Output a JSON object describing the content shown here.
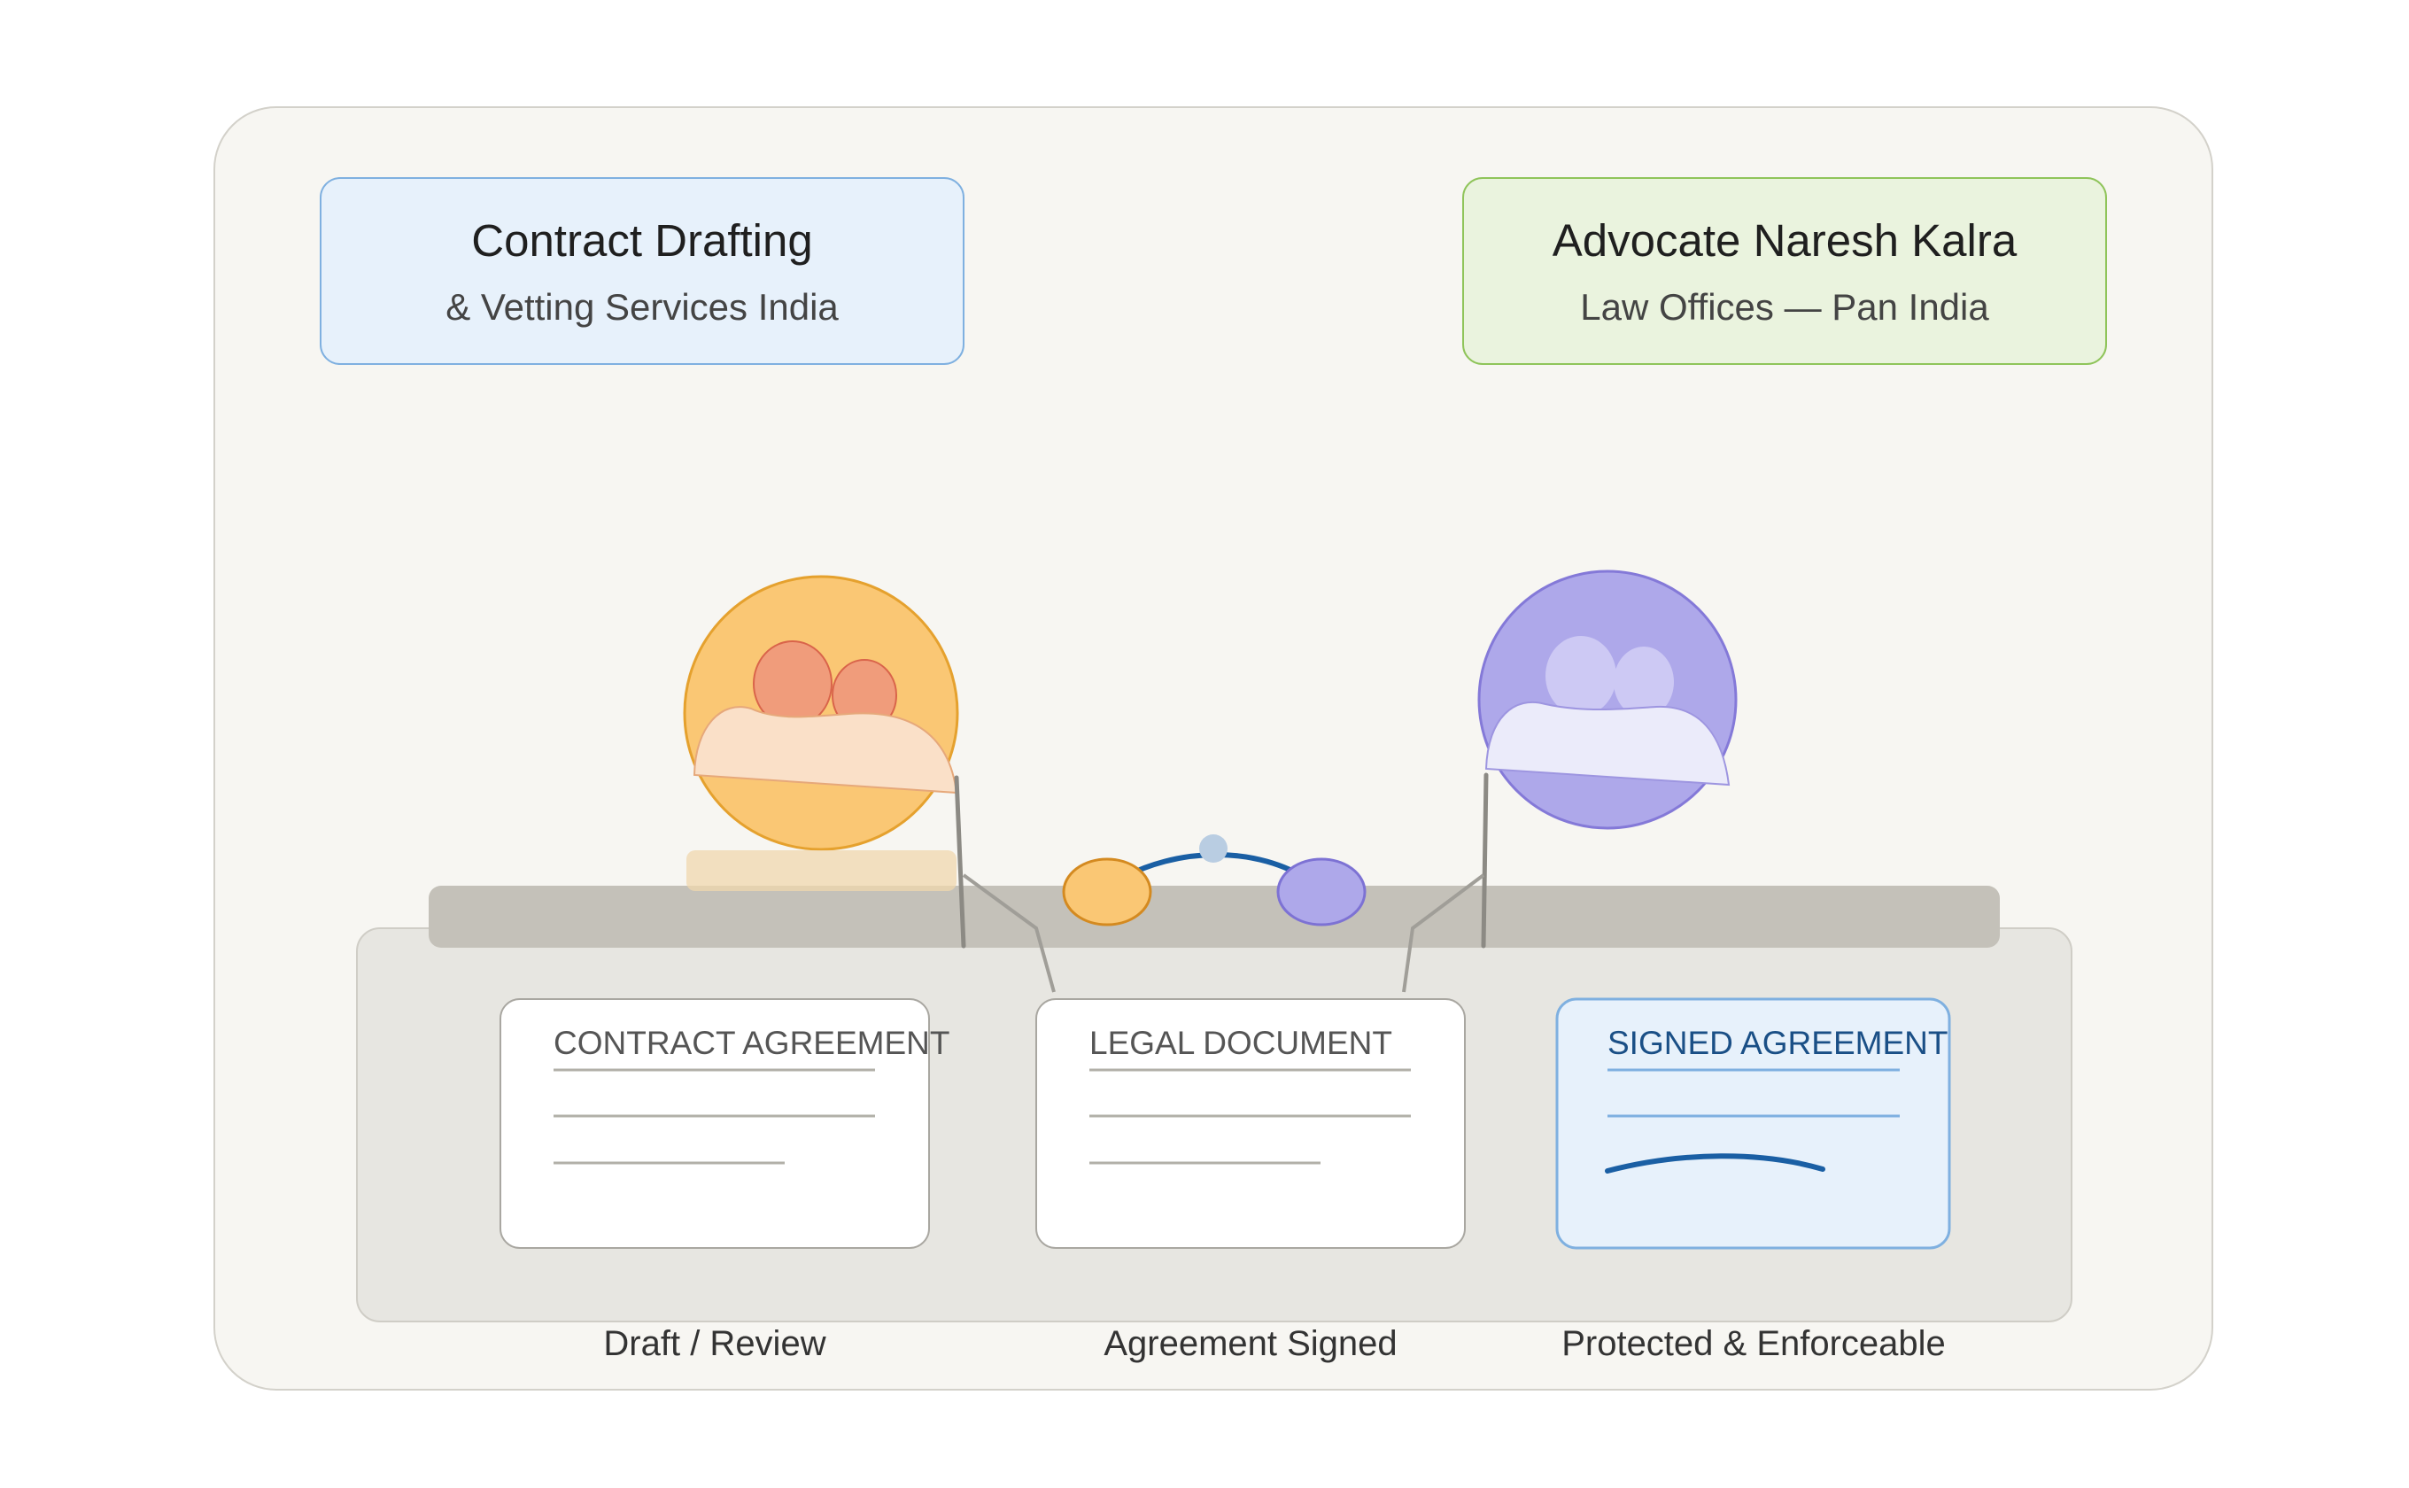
{
  "left_card": {
    "title": "Contract Drafting",
    "subtitle": "& Vetting Services India"
  },
  "right_card": {
    "title": "Advocate Naresh Kalra",
    "subtitle": "Law Offices — Pan India"
  },
  "documents": [
    {
      "title": "CONTRACT AGREEMENT",
      "caption": "Draft / Review"
    },
    {
      "title": "LEGAL DOCUMENT",
      "caption": "Agreement Signed"
    },
    {
      "title": "SIGNED AGREEMENT",
      "caption": "Protected & Enforceable"
    }
  ],
  "icons": {
    "client_left": "client-group-icon",
    "client_right": "lawyer-group-icon",
    "handshake": "handshake-icon"
  },
  "colors": {
    "frame_bg": "#f7f6f2",
    "left_card_bg": "#e7f1fb",
    "left_card_border": "#7fb0e0",
    "right_card_bg": "#eaf3de",
    "right_card_border": "#8fc45a",
    "orange": "#fac774",
    "purple": "#aea8ea",
    "desk": "#c4c1b9",
    "blue_accent": "#1a5fa4"
  }
}
